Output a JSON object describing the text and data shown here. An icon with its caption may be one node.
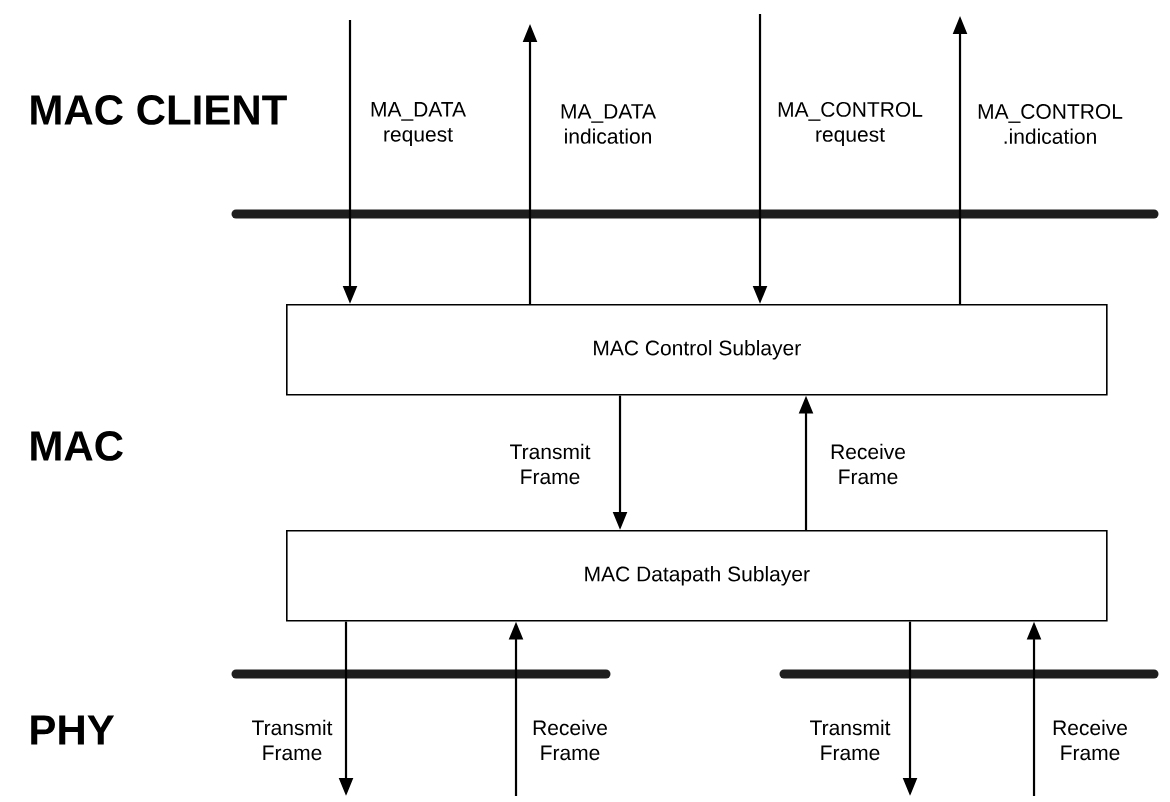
{
  "diagram": {
    "nodes": [
      {
        "text": [
          "MAC Control Sublayer"
        ]
      },
      {
        "text": [
          "MAC Datapath Sublayer"
        ]
      }
    ],
    "edges": [
      {
        "from": null,
        "to": 0,
        "arrow": "to",
        "label": "MA_DATA request"
      },
      {
        "from": 0,
        "to": null,
        "arrow": "to",
        "label": "MA_DATA indication"
      },
      {
        "from": null,
        "to": 0,
        "arrow": "to",
        "label": "MA_CONTROL request"
      },
      {
        "from": 0,
        "to": null,
        "arrow": "to",
        "label": "MA_CONTROL .indication"
      },
      {
        "from": 0,
        "to": 1,
        "arrow": "to",
        "label": "Transmit Frame"
      },
      {
        "from": 1,
        "to": 0,
        "arrow": "to",
        "label": "Receive Frame"
      },
      {
        "from": 1,
        "to": null,
        "arrow": "to",
        "label": "Transmit Frame"
      },
      {
        "from": null,
        "to": 1,
        "arrow": "to",
        "label": "Receive Frame"
      },
      {
        "from": 1,
        "to": null,
        "arrow": "to",
        "label": "Transmit Frame"
      },
      {
        "from": null,
        "to": 1,
        "arrow": "to",
        "label": "Receive Frame"
      }
    ],
    "labels": [
      "MAC CLIENT",
      "MAC",
      "PHY"
    ]
  }
}
